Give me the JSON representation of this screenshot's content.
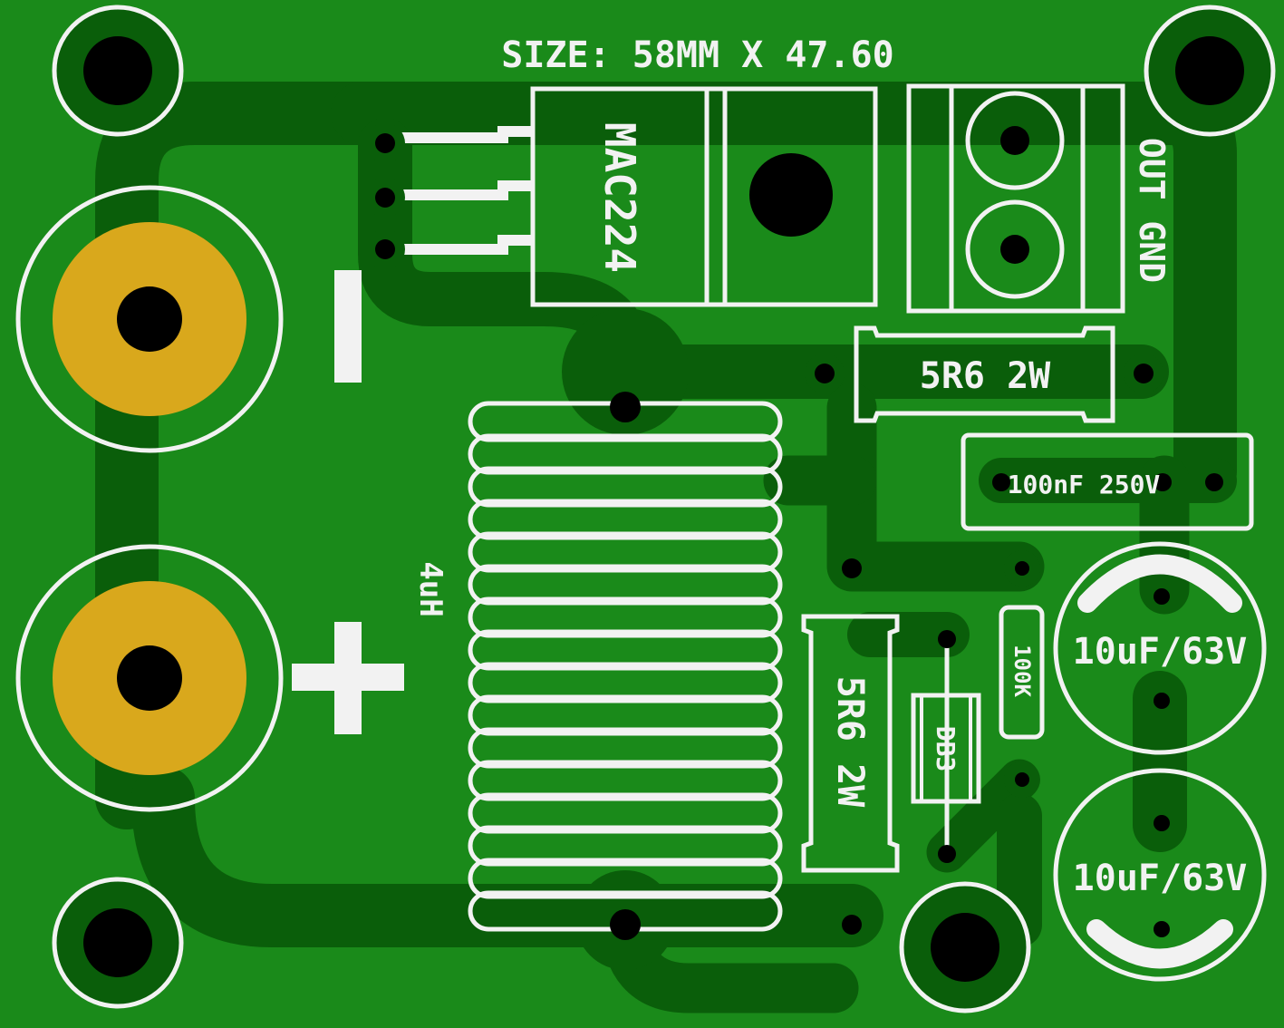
{
  "board": {
    "size_label": "SIZE: 58MM X 47.60",
    "colors": {
      "board": "#1a8a1a",
      "trace": "#0a5e0a",
      "silk": "#f2f2f2",
      "gold_pad": "#d9a81c",
      "drill": "#000000"
    }
  },
  "components": {
    "triac": "MAC224",
    "terminal_label": "OUT GND",
    "resistor_top": "5R6 2W",
    "cap_film": "100nF 250V",
    "inductor": "4uH",
    "resistor_bottom": "5R6 2W",
    "diac": "DB3",
    "resistor_small": "100K",
    "cap_top": "10uF/63V",
    "cap_bottom": "10uF/63V"
  },
  "polarity": {
    "minus": "minus-sign",
    "plus": "plus-sign"
  }
}
